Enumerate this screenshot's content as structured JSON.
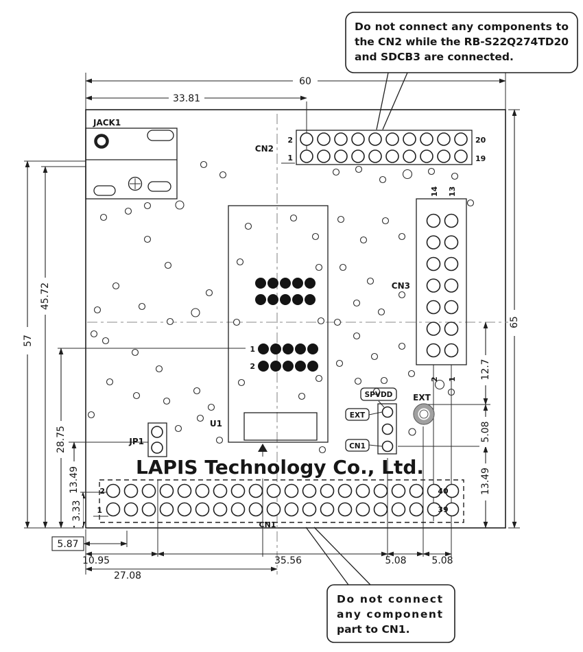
{
  "drawing": {
    "brand": "LAPIS Technology Co., Ltd."
  },
  "callouts": {
    "cn2": {
      "line1": "Do not connect any components to",
      "line2": "the CN2 while the RB-S22Q274TD20",
      "line3": "and SDCB3 are connected."
    },
    "cn1": {
      "line1": "Do not connect",
      "line2": "any component",
      "line3": "part to CN1."
    }
  },
  "components": {
    "jack1": "JACK1",
    "cn2": "CN2",
    "cn3": "CN3",
    "u1": "U1",
    "jp1": "JP1",
    "cn1": "CN1",
    "ext": "EXT",
    "pad_spvdd": "SPVDD",
    "pad_ext": "EXT",
    "pad_cn1": "CN1"
  },
  "pins": {
    "cn2_top_first": "2",
    "cn2_bottom_first": "1",
    "cn2_top_last": "20",
    "cn2_bottom_last": "19",
    "cn3_left_top": "14",
    "cn3_right_top": "13",
    "cn3_left_bottom": "2",
    "cn3_right_bottom": "1",
    "u1_row1": "1",
    "u1_row2": "2",
    "cn1_top_first": "2",
    "cn1_bottom_first": "1",
    "cn1_top_last": "40",
    "cn1_bottom_last": "39"
  },
  "dimensions": {
    "top_width": "60",
    "top_to_cn2": "33.81",
    "left_jack": "57",
    "left_2": "45.72",
    "left_3": "28.75",
    "left_4": "13.49",
    "left_5": "3.33",
    "bottom_ref": "5.87",
    "bottom_jp1": "10.95",
    "bottom_center": "27.08",
    "bottom_mid": "35.56",
    "bottom_pad1": "5.08",
    "bottom_pad2": "5.08",
    "right_height": "65",
    "right_1": "12.7",
    "right_2": "5.08",
    "right_3": "13.49"
  }
}
